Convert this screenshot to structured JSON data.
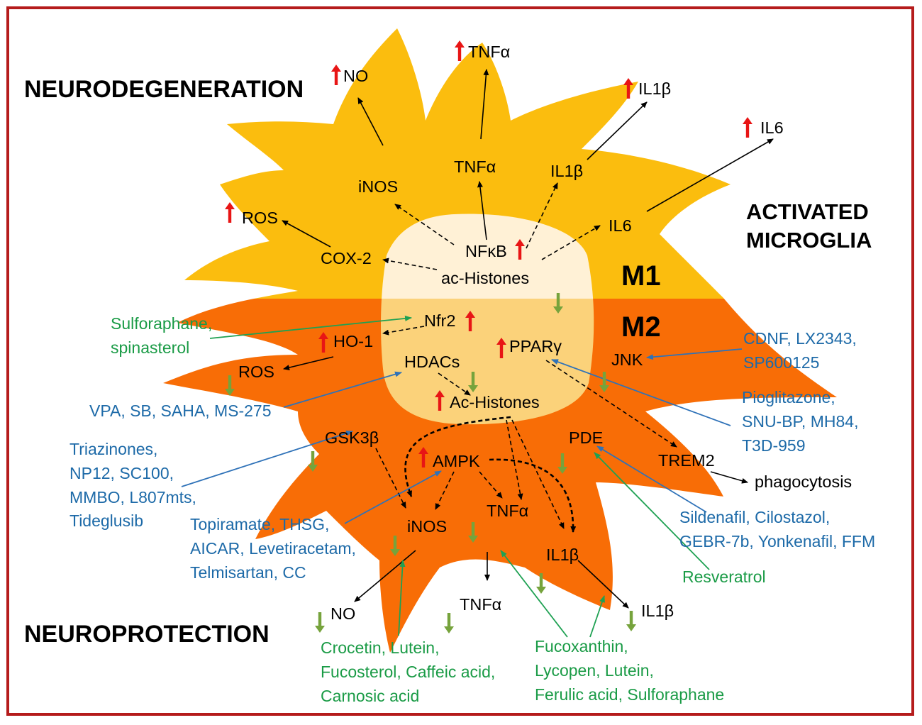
{
  "colors": {
    "frame": "#b51c1c",
    "m1_body": "#fbbd0e",
    "m2_body": "#f86d06",
    "nucleus_m1": "#fff1d6",
    "nucleus_m2": "#fbd27a",
    "up_arrow": "#e81515",
    "down_arrow": "#76a33c",
    "green_text": "#1a9b46",
    "blue_text": "#1d6aa8"
  },
  "icons": {
    "increase": "red-up-arrow-icon",
    "decrease": "green-down-arrow-icon"
  },
  "headings": {
    "neurodegeneration": "NEURODEGENERATION",
    "activated_microglia": "ACTIVATED\nMICROGLIA",
    "m1": "M1",
    "m2": "M2",
    "neuroprotection": "NEUROPROTECTION"
  },
  "m1": {
    "out_no": "NO",
    "out_tnfa": "TNFα",
    "out_il1b": "IL1β",
    "out_il6": "IL6",
    "out_ros": "ROS",
    "inos": "iNOS",
    "tnfa": "TNFα",
    "il1b": "IL1β",
    "il6": "IL6",
    "cox2": "COX-2",
    "nfkb": "NFκB",
    "ac_histones": "ac-Histones"
  },
  "m2": {
    "nfr2": "Nfr2",
    "ho1": "HO-1",
    "ros": "ROS",
    "hdacs": "HDACs",
    "ppar": "PPARγ",
    "jnk": "JNK",
    "ac_histones": "Ac-Histones",
    "gsk3b": "GSK3β",
    "ampk": "AMPK",
    "pde": "PDE",
    "trem2": "TREM2",
    "phagocytosis": "phagocytosis",
    "inos": "iNOS",
    "tnfa": "TNFα",
    "il1b": "IL1β",
    "out_no": "NO",
    "out_tnfa": "TNFα",
    "out_il1b": "IL1β"
  },
  "compounds": {
    "sulforaphane_spinasterol": "Sulforaphane,\nspinasterol",
    "cdnf_group": "CDNF, LX2343,\nSP600125",
    "vpa_group": "VPA, SB, SAHA, MS-275",
    "pioglitazone_group": "Pioglitazone,\nSNU-BP, MH84,\nT3D-959",
    "triazinones_group": "Triazinones,\nNP12, SC100,\nMMBO, L807mts,\nTideglusib",
    "topiramate_group": "Topiramate, THSG,\nAICAR, Levetiracetam,\nTelmisartan, CC",
    "sildenafil_group": "Sildenafil, Cilostazol,\nGEBR-7b, Yonkenafil, FFM",
    "resveratrol": "Resveratrol",
    "crocetin_group": "Crocetin, Lutein,\nFucosterol, Caffeic acid,\nCarnosic acid",
    "fucoxanthin_group": "Fucoxanthin,\nLycopen, Lutein,\nFerulic acid, Sulforaphane"
  }
}
